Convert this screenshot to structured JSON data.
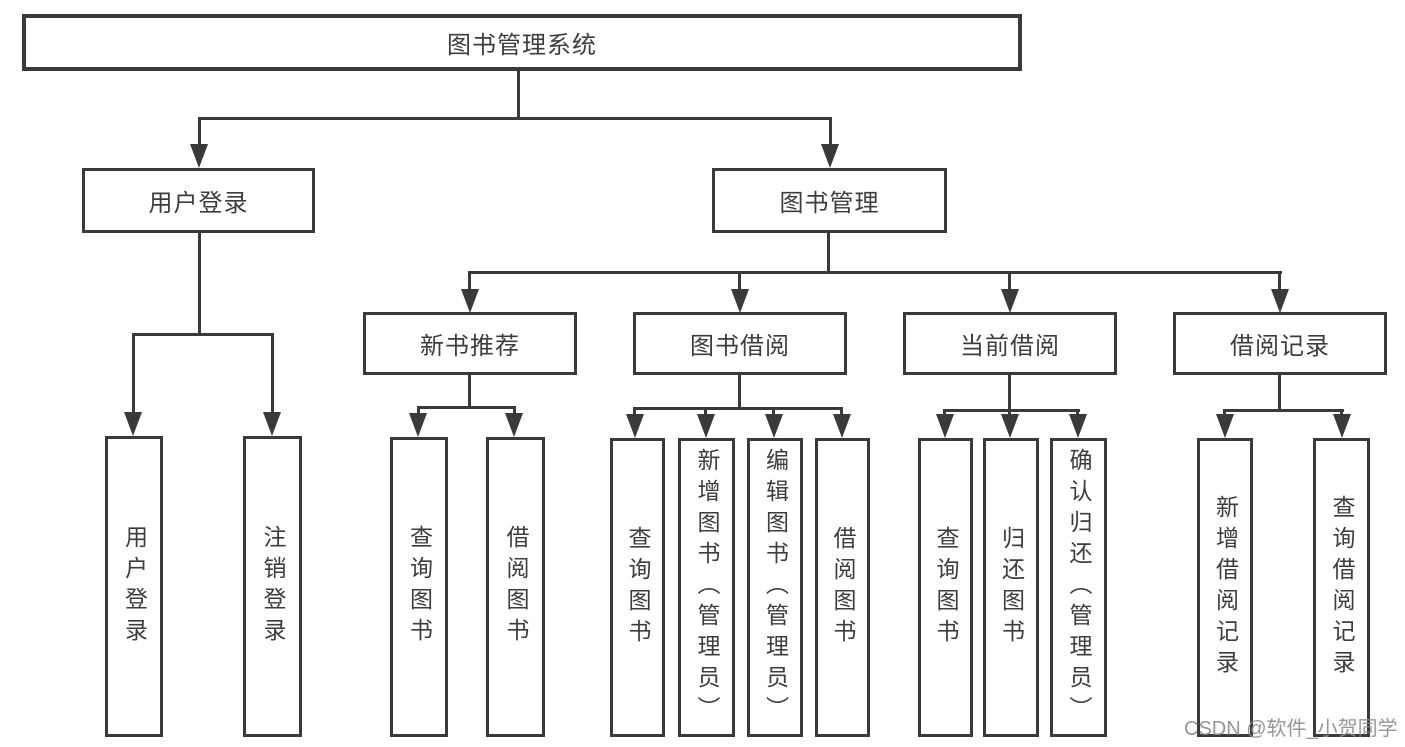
{
  "tree": {
    "root": "图书管理系统",
    "l2": [
      "用户登录",
      "图书管理"
    ],
    "l3": [
      "新书推荐",
      "图书借阅",
      "当前借阅",
      "借阅记录"
    ],
    "leaves": {
      "user_login": [
        "用户登录",
        "注销登录"
      ],
      "new_book": [
        "查询图书",
        "借阅图书"
      ],
      "book_borrow": [
        "查询图书",
        "新增图书（管理员）",
        "编辑图书（管理员）",
        "借阅图书"
      ],
      "current_borrow": [
        "查询图书",
        "归还图书",
        "确认归还（管理员）"
      ],
      "borrow_record": [
        "新增借阅记录",
        "查询借阅记录"
      ]
    }
  },
  "watermark": "CSDN @软件_小贺同学",
  "colors": {
    "line": "#3a3a3a",
    "text": "#3d3d3d",
    "box_bg": "#ffffff",
    "watermark": "#8c8c8c"
  }
}
